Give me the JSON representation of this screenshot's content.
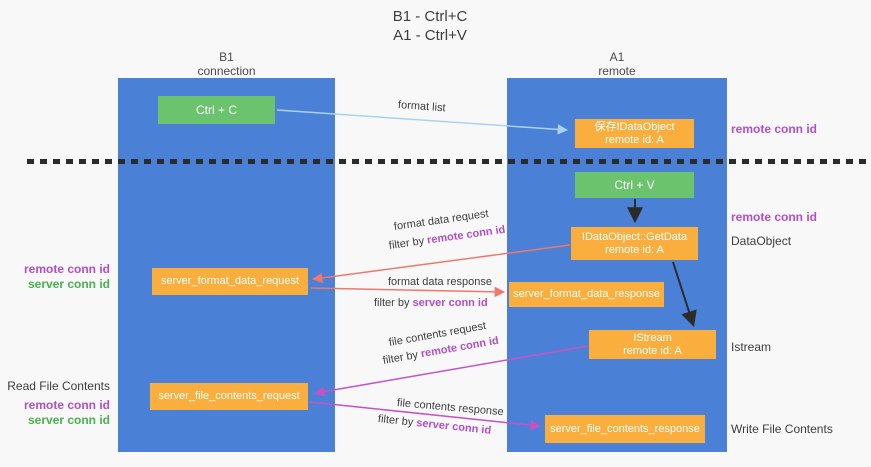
{
  "title": {
    "line1": "B1 - Ctrl+C",
    "line2": "A1 - Ctrl+V"
  },
  "lifelines": {
    "left": {
      "title": "B1",
      "subtitle": "connection"
    },
    "right": {
      "title": "A1",
      "subtitle": "remote"
    }
  },
  "boxes": {
    "ctrl_c": {
      "label": "Ctrl + C"
    },
    "ctrl_v": {
      "label": "Ctrl + V"
    },
    "save_idataobject": {
      "line1": "保存IDataObject",
      "line2": "remote id: A"
    },
    "getdata": {
      "line1": "IDataObject::GetData",
      "line2": "remote id: A"
    },
    "istream": {
      "line1": "IStream",
      "line2": "remote id: A"
    },
    "format_request": {
      "label": "server_format_data_request"
    },
    "format_response": {
      "label": "server_format_data_response"
    },
    "file_request": {
      "label": "server_file_contents_request"
    },
    "file_response": {
      "label": "server_file_contents_response"
    }
  },
  "arrow_labels": {
    "format_list": "format list",
    "format_data_request": "format data request",
    "format_data_response": "format data response",
    "file_contents_request": "file contents request",
    "file_contents_response": "file contents response",
    "filter_prefix": "filter by ",
    "remote_conn_id": "remote conn id",
    "server_conn_id": "server conn id"
  },
  "side_labels": {
    "right": [
      {
        "text": "remote conn id"
      },
      {
        "text": "remote conn id"
      },
      {
        "text": "DataObject"
      },
      {
        "text": "Istream"
      },
      {
        "text": "Write File Contents"
      }
    ],
    "left": [
      {
        "text": "remote conn id"
      },
      {
        "text": "server conn id"
      },
      {
        "text": "Read File Contents"
      },
      {
        "text": "remote conn id"
      },
      {
        "text": "server conn id"
      }
    ]
  },
  "colors": {
    "background": "#f8f8f8",
    "lifeline_blue": "#4a80d6",
    "box_orange": "#faae3e",
    "box_green": "#6cc36e",
    "arrow_blue": "#a8d2f0",
    "arrow_red": "#ef776c",
    "arrow_magenta": "#c653c6",
    "label_purple": "#b14fc9",
    "label_green": "#4caf50",
    "divider_dark": "#2b2b2b"
  }
}
